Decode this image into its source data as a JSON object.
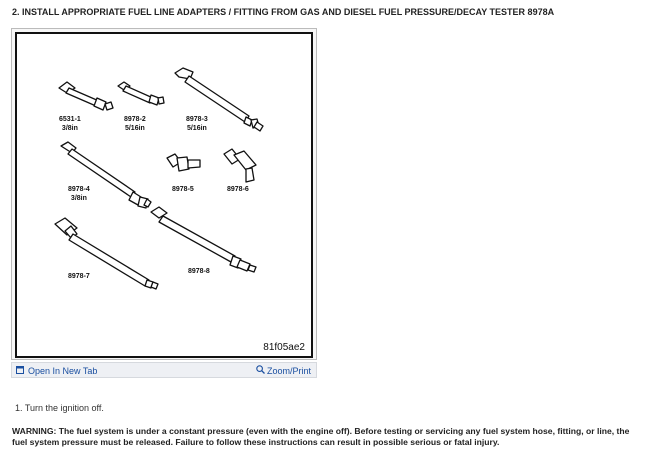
{
  "heading": "2. INSTALL APPROPRIATE FUEL LINE ADAPTERS / FITTING FROM GAS AND DIESEL FUEL PRESSURE/DECAY TESTER 8978A",
  "figure": {
    "parts": [
      {
        "id": "6531-1",
        "size": "3/8in"
      },
      {
        "id": "8978-2",
        "size": "5/16in"
      },
      {
        "id": "8978-3",
        "size": "5/16in"
      },
      {
        "id": "8978-4",
        "size": "3/8in"
      },
      {
        "id": "8978-5",
        "size": ""
      },
      {
        "id": "8978-6",
        "size": ""
      },
      {
        "id": "8978-7",
        "size": ""
      },
      {
        "id": "8978-8",
        "size": ""
      }
    ],
    "code": "81f05ae2"
  },
  "toolbar": {
    "open_label": "Open In New Tab",
    "open_icon": "external-tab-icon",
    "zoom_label": "Zoom/Print",
    "zoom_icon": "magnifier-icon",
    "link_color": "#1a4fa0"
  },
  "step": "1. Turn the ignition off.",
  "warning": "WARNING:  The fuel system is under a constant pressure (even with the engine off). Before testing or servicing any fuel system hose, fitting, or line, the fuel system pressure must be released. Failure to follow these instructions can result in possible serious or fatal injury."
}
